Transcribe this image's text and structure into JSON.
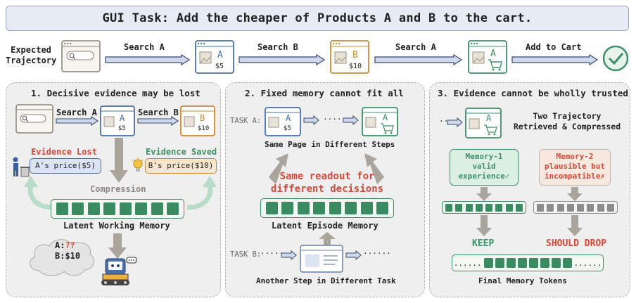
{
  "title": "GUI Task: Add the cheaper of Products A and B to the cart.",
  "top": {
    "expected": "Expected",
    "trajectory": "Trajectory",
    "steps": [
      "Search A",
      "Search B",
      "Search A",
      "Add to Cart"
    ],
    "screens": [
      {
        "letter": "A",
        "price": "$5"
      },
      {
        "letter": "B",
        "price": "$10"
      },
      {
        "letter": "A",
        "price": ""
      }
    ]
  },
  "panel1": {
    "title": "1. Decisive evidence may be lost",
    "search_a": "Search A",
    "search_b": "Search B",
    "screen_a": {
      "letter": "A",
      "price": "$5"
    },
    "screen_b": {
      "letter": "B",
      "price": "$10"
    },
    "evidence_lost": "Evidence Lost",
    "evidence_saved": "Evidence Saved",
    "a_price": "A's price($5)",
    "b_price": "B's price($10)",
    "compression": "Compression",
    "memory_label": "Latent Working Memory",
    "thought_a_prefix": "A:",
    "thought_a_value": "??",
    "thought_b": "B:$10"
  },
  "panel2": {
    "title": "2. Fixed memory cannot fit all",
    "task_a": "TASK A:",
    "task_b": "TASK B:",
    "screen_a": {
      "letter": "A",
      "price": "$5"
    },
    "screen_cart": {
      "letter": "A"
    },
    "same_page": "Same Page in Different Steps",
    "readout_1": "Same readout for",
    "readout_2": "different decisions",
    "memory_label": "Latent Episode Memory",
    "another_step": "Another Step in Different Task"
  },
  "panel3": {
    "title": "3. Evidence cannot be wholly trusted",
    "screen": {
      "letter": "A"
    },
    "retrieved_1": "Two Trajectory",
    "retrieved_2": "Retrieved & Compressed",
    "mem1": [
      "Memory-1",
      "valid",
      "experience"
    ],
    "mem2": [
      "Memory-2",
      "plausible but",
      "incompatible"
    ],
    "keep": "KEEP",
    "drop": "SHOULD DROP",
    "final_label": "Final Memory Tokens",
    "dots": "......"
  },
  "colors": {
    "blue": "#4a6fa8",
    "orange": "#c68a3a",
    "green": "#3f8f68",
    "memory_cell": "#3b8a62",
    "gray_cell": "#8c8c8c",
    "red": "#d24a3a"
  }
}
